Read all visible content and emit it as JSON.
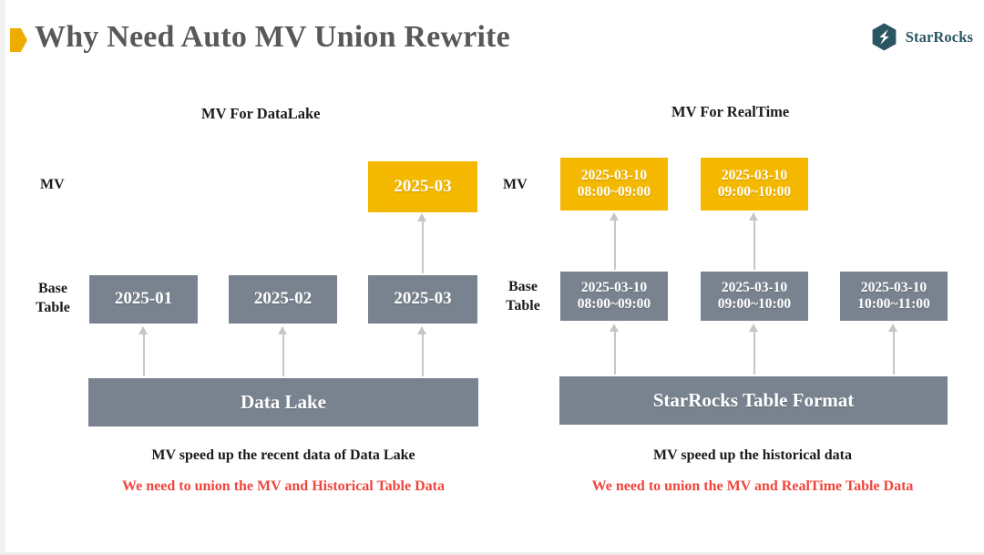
{
  "slide": {
    "title": "Why Need Auto MV Union Rewrite",
    "bullet_icon": "pentagon-marker-icon",
    "accent_color": "#eeab00",
    "mv_box_color": "#f5b800",
    "base_box_color": "#78838f",
    "emphasis_color": "#f0453c",
    "title_color": "#585858"
  },
  "brand": {
    "name": "StarRocks",
    "logo_icon": "starrocks-hexagon-bolt-icon",
    "color": "#2b5563"
  },
  "left_diagram": {
    "heading": "MV For DataLake",
    "mv_row_label": "MV",
    "base_row_label": "Base\nTable",
    "mv_boxes": [
      {
        "line1": "2025-03",
        "line2": ""
      }
    ],
    "base_boxes": [
      {
        "line1": "2025-01",
        "line2": ""
      },
      {
        "line1": "2025-02",
        "line2": ""
      },
      {
        "line1": "2025-03",
        "line2": ""
      }
    ],
    "storage_label": "Data Lake",
    "caption_note": "MV speed up the recent data of Data Lake",
    "caption_emphasis": "We need to union the MV and Historical Table Data"
  },
  "right_diagram": {
    "heading": "MV For RealTime",
    "mv_row_label": "MV",
    "base_row_label": "Base\nTable",
    "mv_boxes": [
      {
        "line1": "2025-03-10",
        "line2": "08:00~09:00"
      },
      {
        "line1": "2025-03-10",
        "line2": "09:00~10:00"
      }
    ],
    "base_boxes": [
      {
        "line1": "2025-03-10",
        "line2": "08:00~09:00"
      },
      {
        "line1": "2025-03-10",
        "line2": "09:00~10:00"
      },
      {
        "line1": "2025-03-10",
        "line2": "10:00~11:00"
      }
    ],
    "storage_label": "StarRocks Table Format",
    "caption_note": "MV speed up the historical data",
    "caption_emphasis": "We need to union the MV and RealTime Table Data"
  }
}
